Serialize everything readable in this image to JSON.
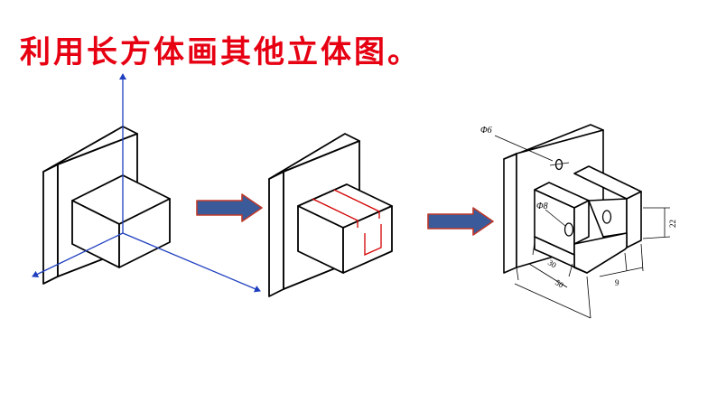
{
  "slide": {
    "title": "利用长方体画其他立体图。",
    "title_color": "#e60012"
  },
  "colors": {
    "axis": "#1f3fbf",
    "sketch": "#d40000",
    "arrow_fill": "#3a5a99",
    "arrow_edge": "#c0392b",
    "stroke": "#000000"
  },
  "figure3": {
    "labels": {
      "phi6": "Φ6",
      "phi8": "Φ8",
      "dim_30": "30",
      "dim_50": "50",
      "dim_9": "9",
      "dim_22": "22"
    }
  }
}
